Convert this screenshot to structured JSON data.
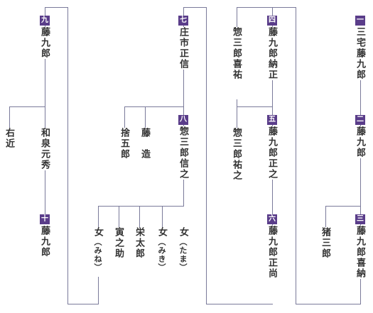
{
  "title": "",
  "nodes": {
    "n1": {
      "num": "一",
      "name": "三宅藤九郎"
    },
    "n2": {
      "num": "二",
      "name": "藤九郎"
    },
    "n3": {
      "num": "三",
      "name": "藤九郎喜納"
    },
    "n3b": {
      "name": "猪三郎"
    },
    "n4": {
      "num": "四",
      "name": "藤九郎納正"
    },
    "n4b": {
      "name": "惣三郎喜祐"
    },
    "n5": {
      "num": "五",
      "name": "藤九郎正之"
    },
    "n5b": {
      "name": "惣三郎祐之"
    },
    "n6": {
      "num": "六",
      "name": "藤九郎正尚"
    },
    "n7": {
      "num": "七",
      "name": "庄市正信"
    },
    "n8": {
      "num": "八",
      "name": "惣三郎信之"
    },
    "n8a": {
      "name": "藤　造"
    },
    "n8b": {
      "name": "捨五郎"
    },
    "c1": {
      "name": "女",
      "note": "（たま）"
    },
    "c2": {
      "name": "女",
      "note": "（みき）"
    },
    "c3": {
      "name": "栄太郎"
    },
    "c4": {
      "name": "寅之助"
    },
    "c5": {
      "name": "女",
      "note": "（みね）"
    },
    "n9": {
      "num": "九",
      "name": "藤九郎"
    },
    "n9b": {
      "name": "和泉元秀"
    },
    "n9c": {
      "name": "右近"
    },
    "n10": {
      "num": "十",
      "name": "藤九郎"
    }
  }
}
